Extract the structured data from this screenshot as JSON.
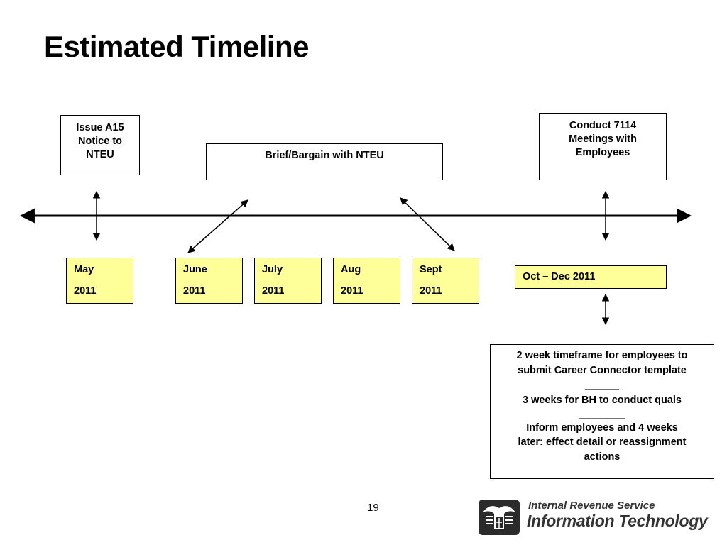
{
  "slide": {
    "title": "Estimated Timeline",
    "page_number": "19"
  },
  "milestones": {
    "issue_notice": [
      "Issue A15",
      "Notice to",
      "NTEU"
    ],
    "brief_bargain": "Brief/Bargain with NTEU",
    "conduct_meetings": [
      "Conduct 7114",
      "Meetings with",
      "Employees"
    ]
  },
  "months": [
    {
      "month": "May",
      "year": "2011"
    },
    {
      "month": "June",
      "year": "2011"
    },
    {
      "month": "July",
      "year": "2011"
    },
    {
      "month": "Aug",
      "year": "2011"
    },
    {
      "month": "Sept",
      "year": "2011"
    }
  ],
  "oct_dec": "Oct – Dec 2011",
  "details": {
    "line1": "2 week timeframe for employees to",
    "line2": "submit Career Connector template",
    "sep1": "______",
    "line3": "3 weeks for BH to conduct quals",
    "sep2": "________",
    "line4": "Inform employees and 4 weeks",
    "line5": "later: effect detail or reassignment",
    "line6": "actions"
  },
  "logo": {
    "line1": "Internal Revenue Service",
    "line2": "Information Technology",
    "icon": "irs-eagle-seal-icon"
  },
  "colors": {
    "month_fill": "#ffff99",
    "line": "#000000"
  }
}
